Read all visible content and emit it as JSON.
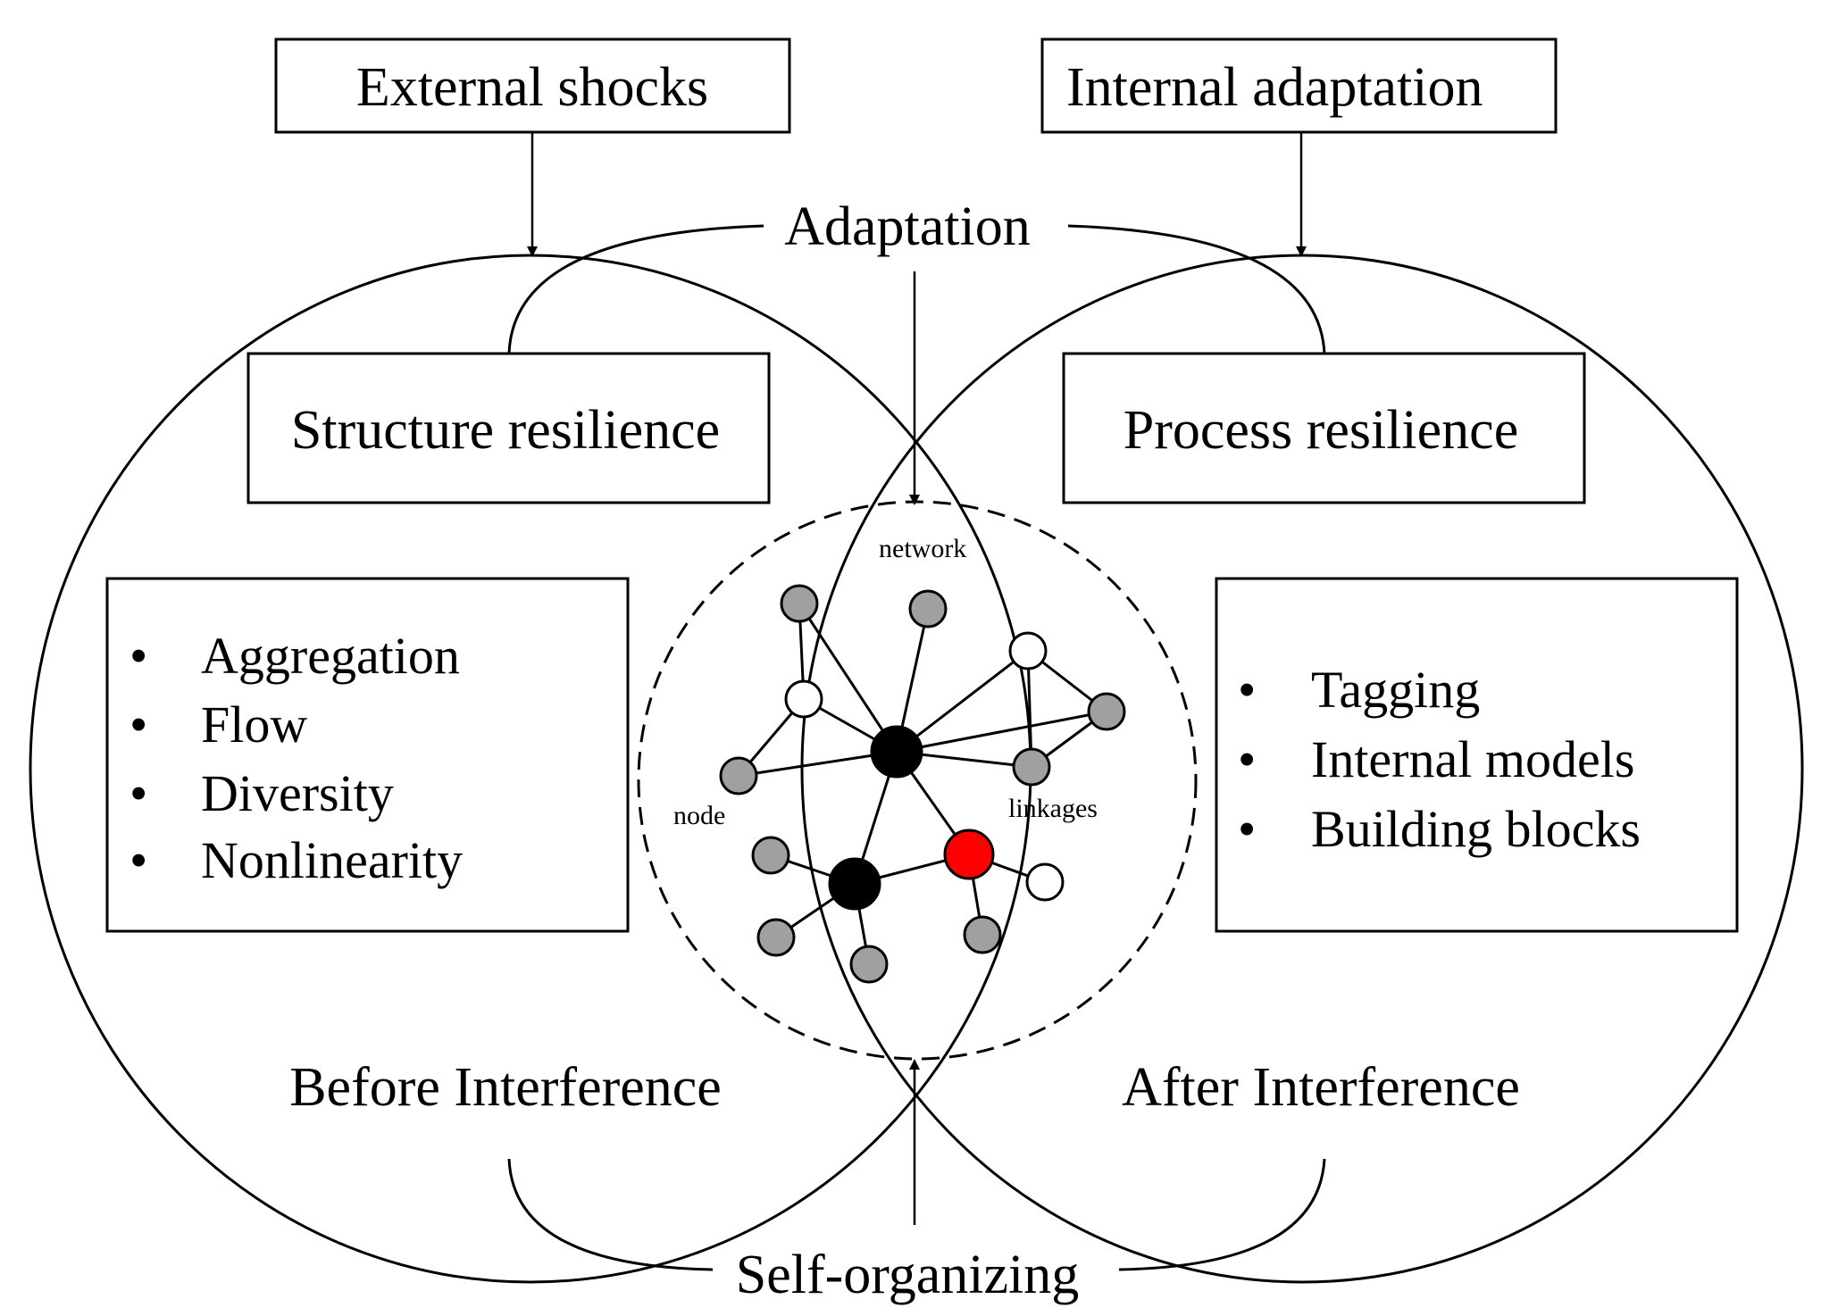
{
  "top_boxes": {
    "external_shocks": "External shocks",
    "internal_adaptation": "Internal adaptation"
  },
  "cycle_labels": {
    "adaptation": "Adaptation",
    "self_organizing": "Self-organizing"
  },
  "resilience_boxes": {
    "structure": "Structure resilience",
    "process": "Process resilience"
  },
  "left_list": {
    "bullet": "•",
    "items": [
      "Aggregation",
      "Flow",
      "Diversity",
      "Nonlinearity"
    ]
  },
  "right_list": {
    "bullet": "•",
    "items": [
      "Tagging",
      "Internal models",
      "Building blocks"
    ]
  },
  "phase_labels": {
    "before": "Before Interference",
    "after": "After Interference"
  },
  "network_labels": {
    "network": "network",
    "node": "node",
    "linkages": "linkages"
  },
  "colors": {
    "line": "#000000",
    "node_gray": "#a0a0a0",
    "node_white": "#ffffff",
    "node_black": "#000000",
    "node_red": "#ff0000"
  }
}
